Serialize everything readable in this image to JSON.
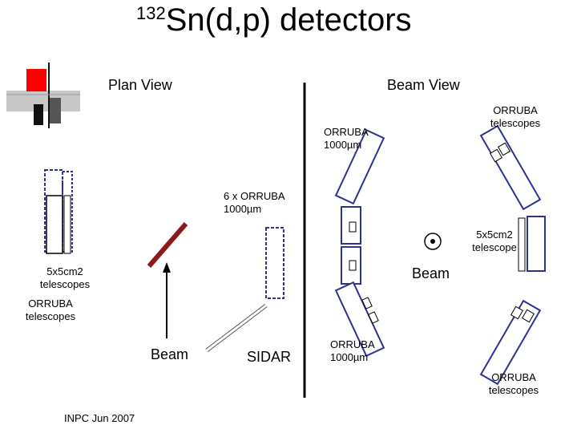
{
  "slide": {
    "title_sup": "132",
    "title_main": "Sn(d,p) detectors",
    "plan_view": "Plan View",
    "beam_view": "Beam View",
    "footer": "INPC Jun 2007"
  },
  "plan": {
    "telescopes_5x5": "5x5cm2 telescopes",
    "orruba_tel": "ORRUBA telescopes",
    "beam": "Beam",
    "orruba_6x": "6 x ORRUBA 1000µm",
    "sidar": "SIDAR"
  },
  "beamview": {
    "orruba_1000_top": "ORRUBA 1000µm",
    "orruba_tel_top": "ORRUBA telescopes",
    "telescope_5x5": "5x5cm2 telescope",
    "beam": "Beam",
    "orruba_1000_bottom": "ORRUBA 1000µm",
    "orruba_tel_bottom": "ORRUBA telescopes"
  },
  "colors": {
    "accent_red": "#ff0000",
    "dark_red": "#8b1a1a",
    "detector_blue": "#2e3192",
    "deco_gray": "#c0c0c0"
  }
}
